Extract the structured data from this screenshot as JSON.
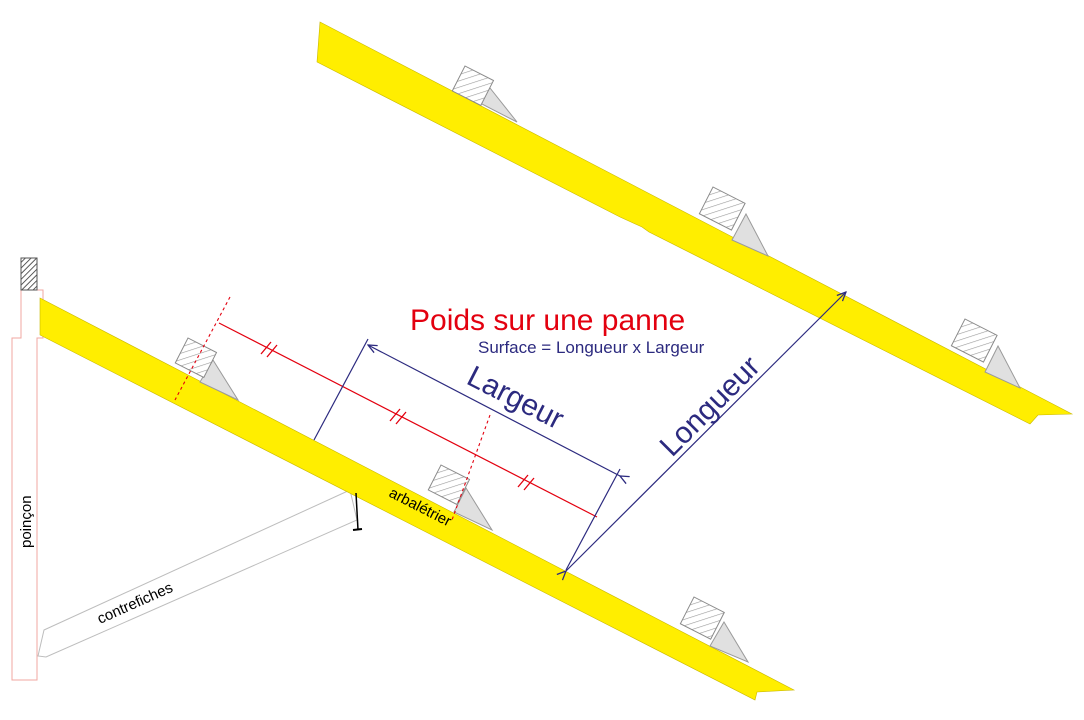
{
  "title": "Poids sur une panne",
  "formula": "Surface = Longueur x Largeur",
  "labels": {
    "largeur": "Largeur",
    "longueur": "Longueur",
    "arbaletrier": "arbalétrier",
    "poincon": "poinçon",
    "contrefiches": "contrefiches"
  },
  "colors": {
    "rafter": "#ffee00",
    "title": "#e3000f",
    "dimension": "#2c2a7f",
    "spacing": "#e3000f",
    "outline": "#f1a7a0"
  },
  "icons": {
    "purlin": "hatched-purlin-block",
    "spacing_mark": "equal-spacing-tick"
  }
}
